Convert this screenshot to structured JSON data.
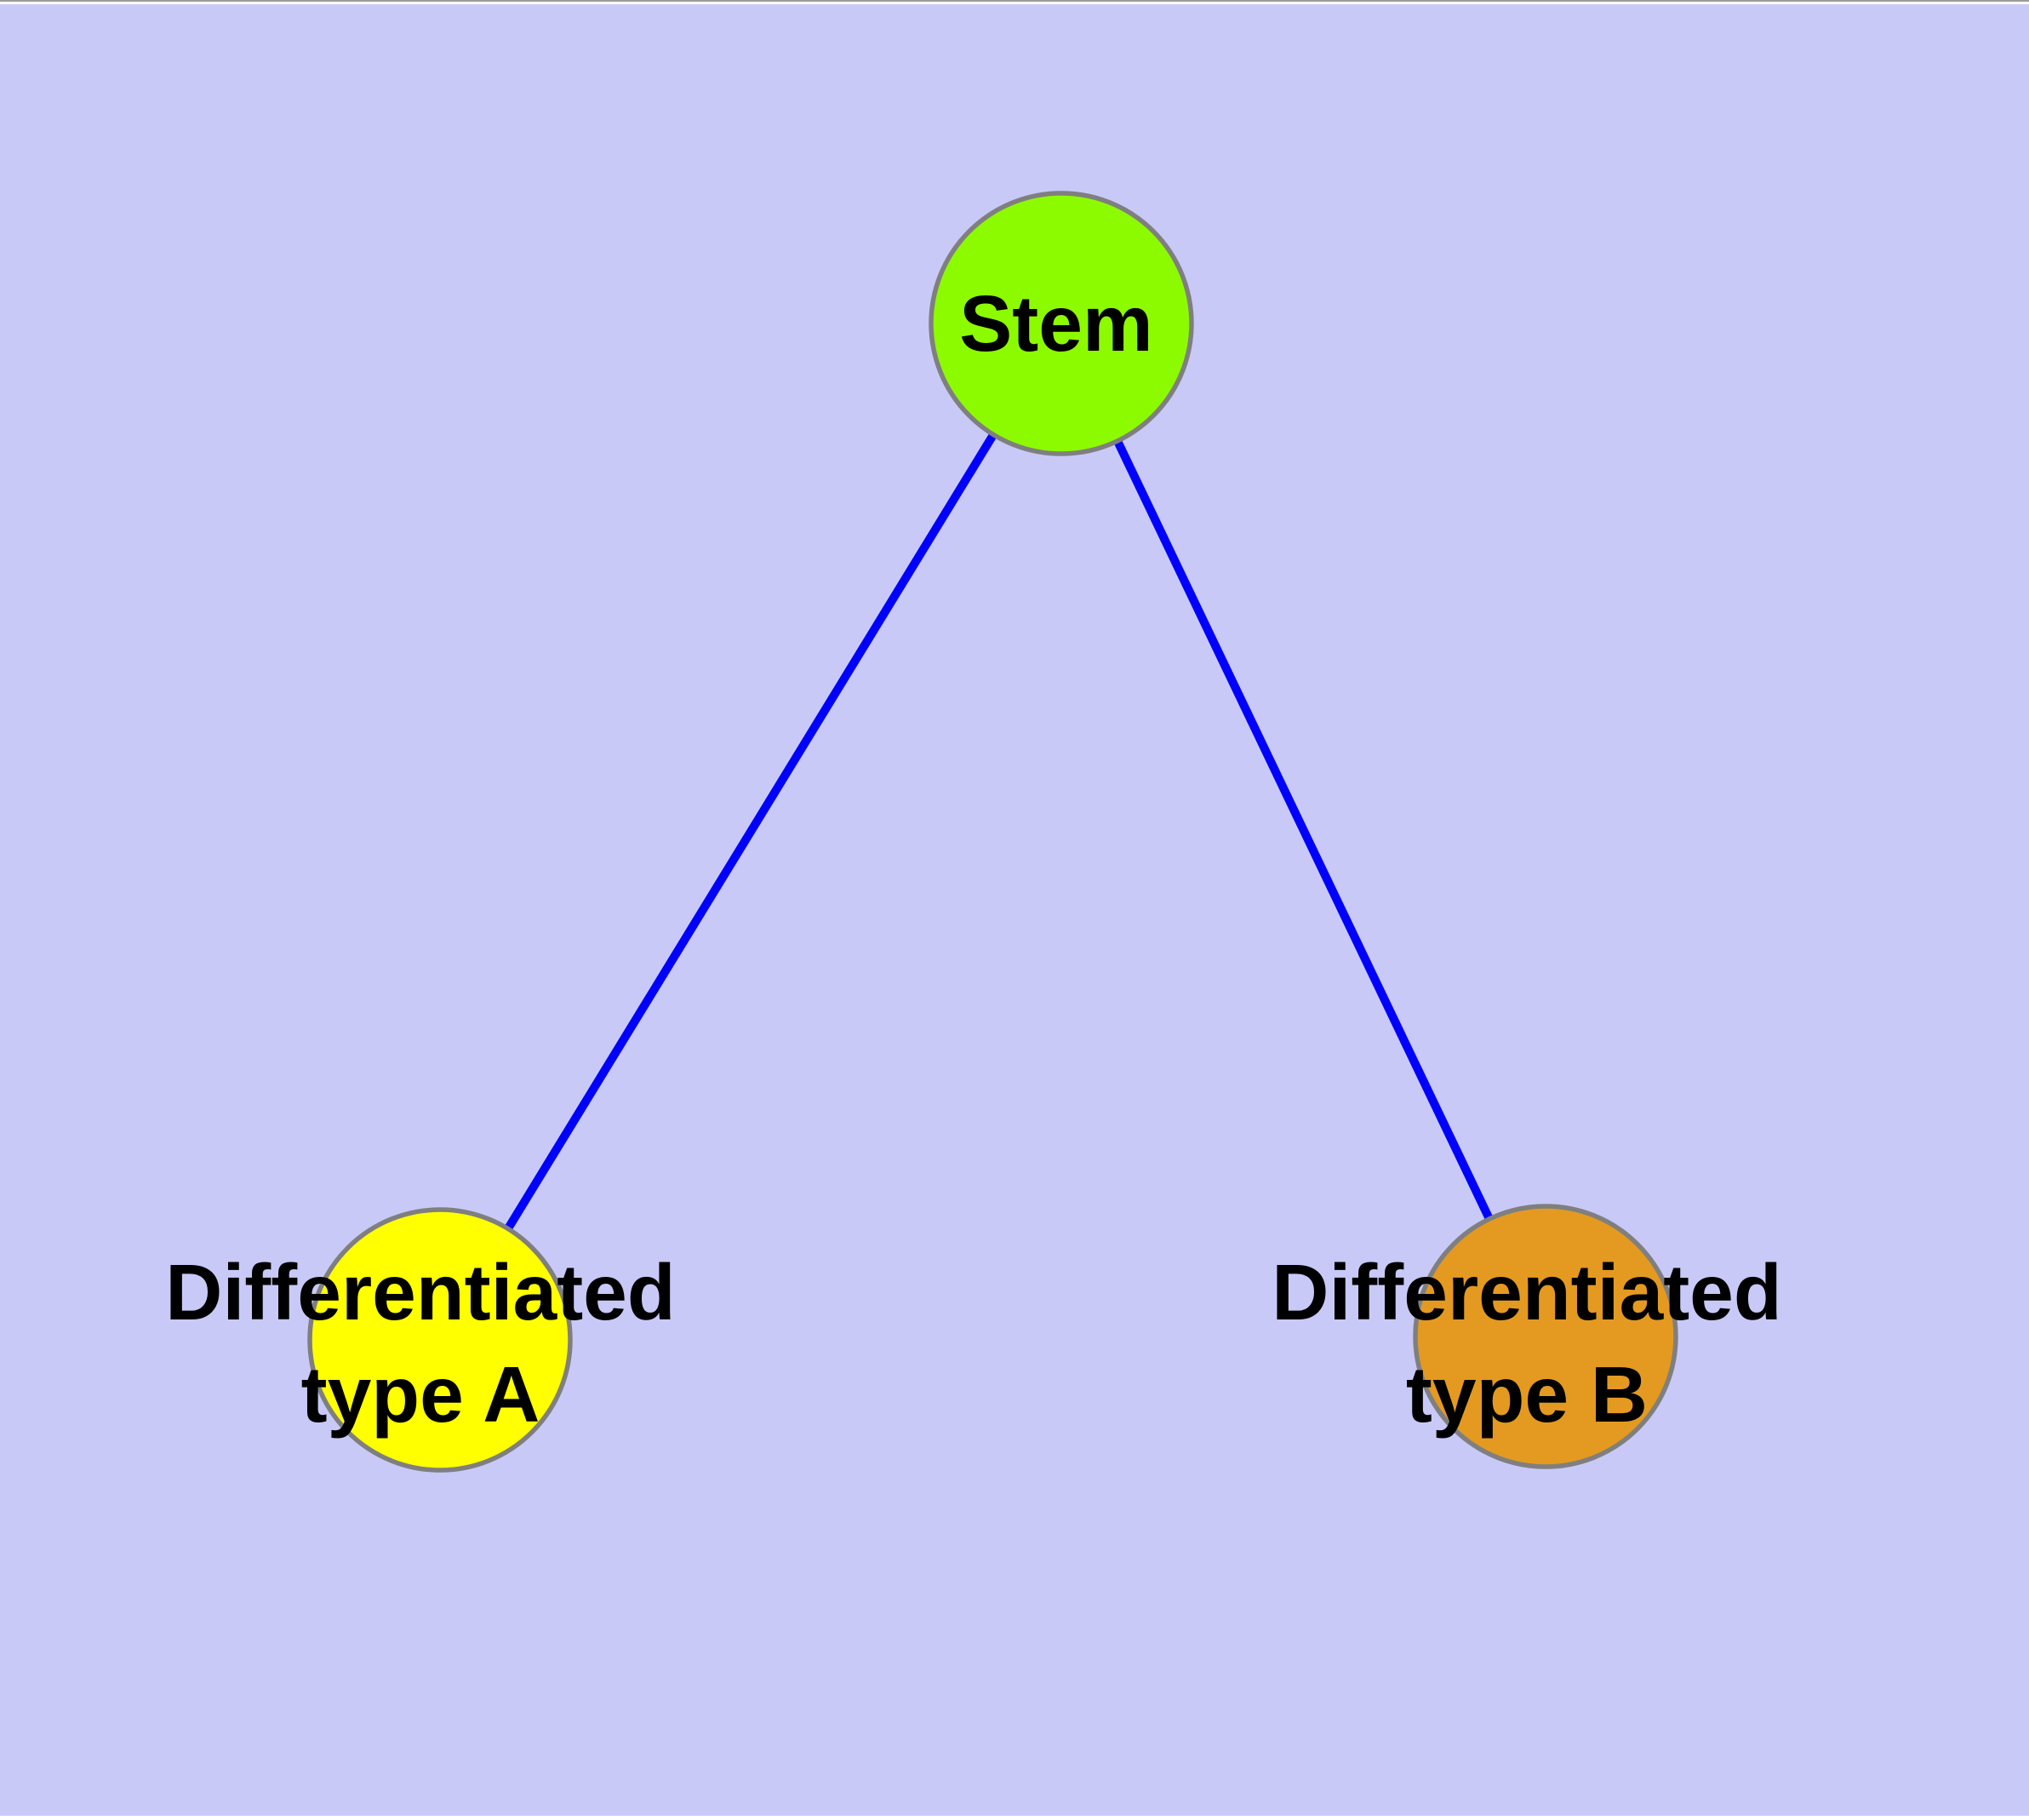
{
  "colors": {
    "page": "#ffffff",
    "background": "#c9c9f8",
    "top_edge_line": "#9b9b9b",
    "edge": "#0000ff",
    "node_border": "#7f7f7f",
    "label": "#000000"
  },
  "nodes": {
    "stem": {
      "label": "Stem",
      "fill": "#8dfb00"
    },
    "type_a": {
      "label_line1": "Differentiated",
      "label_line2": "type A",
      "fill": "#ffff00"
    },
    "type_b": {
      "label_line1": "Differentiated",
      "label_line2": "type B",
      "fill": "#e49a20"
    }
  },
  "edges": [
    {
      "from": "Stem",
      "to": "Differentiated type A"
    },
    {
      "from": "Stem",
      "to": "Differentiated type B"
    }
  ]
}
